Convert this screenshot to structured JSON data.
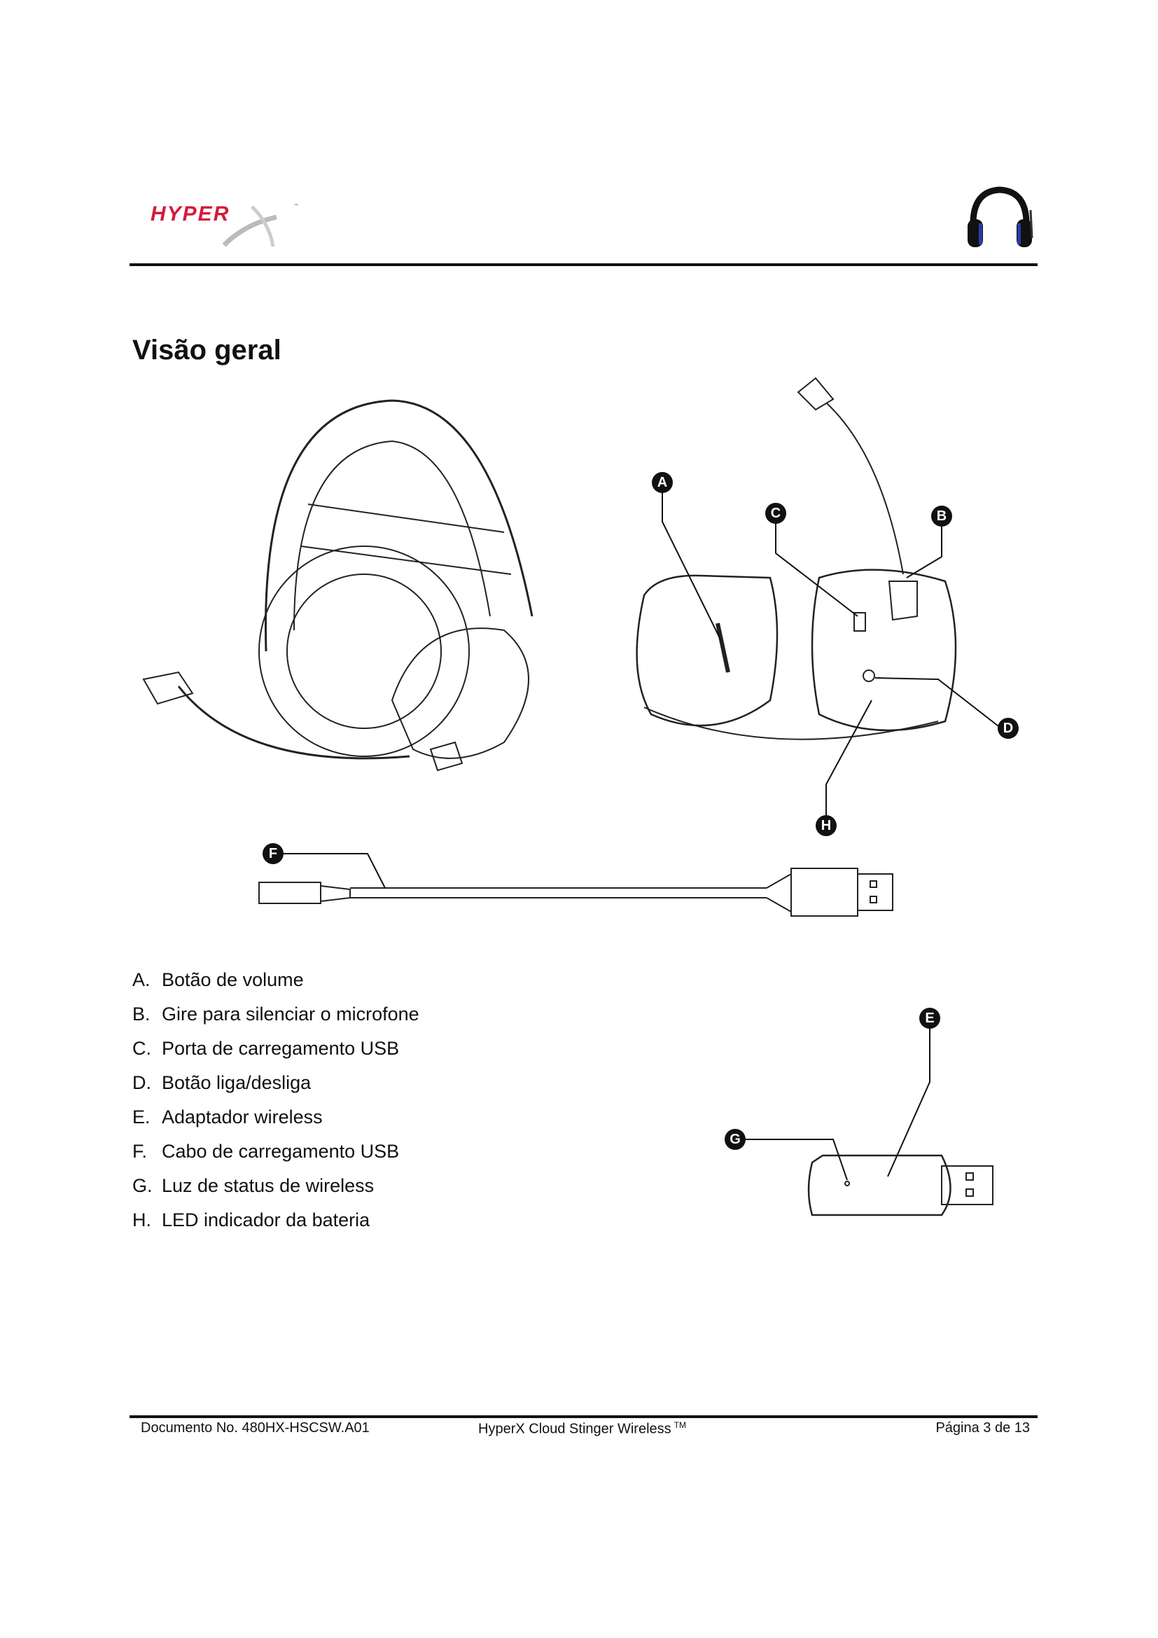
{
  "header": {
    "logo_text": "HYPERX",
    "brand_color": "#d7193a"
  },
  "title": "Visão geral",
  "callouts": [
    "A",
    "B",
    "C",
    "D",
    "E",
    "F",
    "G",
    "H"
  ],
  "legend": [
    {
      "key": "A.",
      "label": "Botão de volume"
    },
    {
      "key": "B.",
      "label": "Gire para silenciar o microfone"
    },
    {
      "key": "C.",
      "label": "Porta de carregamento USB"
    },
    {
      "key": "D.",
      "label": "Botão liga/desliga"
    },
    {
      "key": "E.",
      "label": "Adaptador wireless"
    },
    {
      "key": "F.",
      "label": "Cabo de carregamento USB"
    },
    {
      "key": "G.",
      "label": "Luz de status de wireless"
    },
    {
      "key": "H.",
      "label": "LED indicador da bateria"
    }
  ],
  "footer": {
    "doc_no": "Documento No. 480HX-HSCSW.A01",
    "product": "HyperX Cloud Stinger Wireless",
    "tm": "TM",
    "page": "Página 3 de 13"
  }
}
